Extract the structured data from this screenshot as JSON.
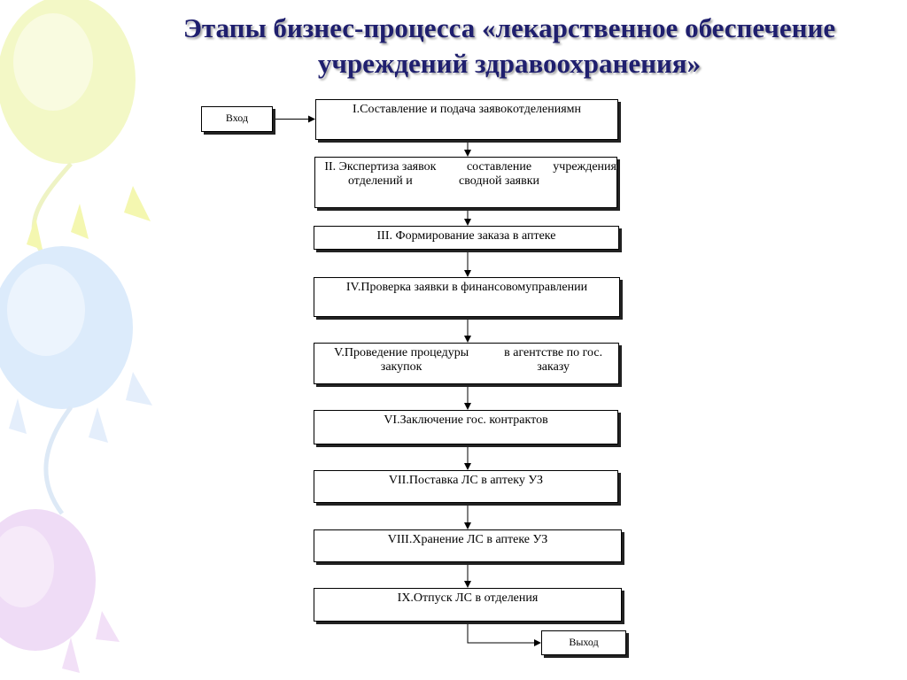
{
  "title": {
    "line1": "Этапы бизнес-процесса «лекарственное обеспечение",
    "line2": "учреждений здравоохранения»"
  },
  "input": {
    "label": "Вход"
  },
  "output": {
    "label": "Выход"
  },
  "stages": [
    {
      "lines": [
        "I.Составление и подача заявок",
        "отделениямн"
      ]
    },
    {
      "lines": [
        "II. Экспертиза заявок отделений и",
        "составление сводной заявки",
        "учреждения"
      ]
    },
    {
      "lines": [
        "III. Формирование заказа в аптеке"
      ]
    },
    {
      "lines": [
        "IV.Проверка заявки в финансовом",
        "управлении"
      ]
    },
    {
      "lines": [
        "V.Проведение процедуры закупок",
        "в агентстве  по гос.  заказу"
      ]
    },
    {
      "lines": [
        "VI.Заключение гос. контрактов"
      ]
    },
    {
      "lines": [
        "VII.Поставка ЛС в аптеку УЗ"
      ]
    },
    {
      "lines": [
        "VIII.Хранение ЛС в аптеке УЗ"
      ]
    },
    {
      "lines": [
        "IX.Отпуск ЛС в отделения"
      ]
    }
  ],
  "colors": {
    "title": "#1f1f6e",
    "box_border": "#000000",
    "box_shadow": "#222222"
  },
  "decor": {
    "balloons": [
      "yellow-green-balloon",
      "light-blue-balloon",
      "lavender-balloon"
    ]
  }
}
